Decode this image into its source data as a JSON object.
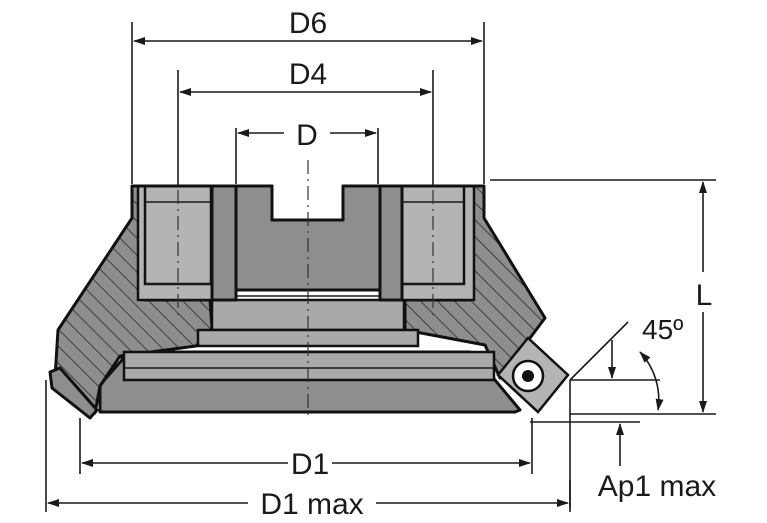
{
  "labels": {
    "d6": "D6",
    "d4": "D4",
    "d": "D",
    "l": "L",
    "angle": "45º",
    "d1": "D1",
    "d1max": "D1 max",
    "ap1max": "Ap1 max"
  },
  "colors": {
    "body": "#8e8e8e",
    "bolt": "#b4b4b4",
    "outline": "#111111"
  }
}
